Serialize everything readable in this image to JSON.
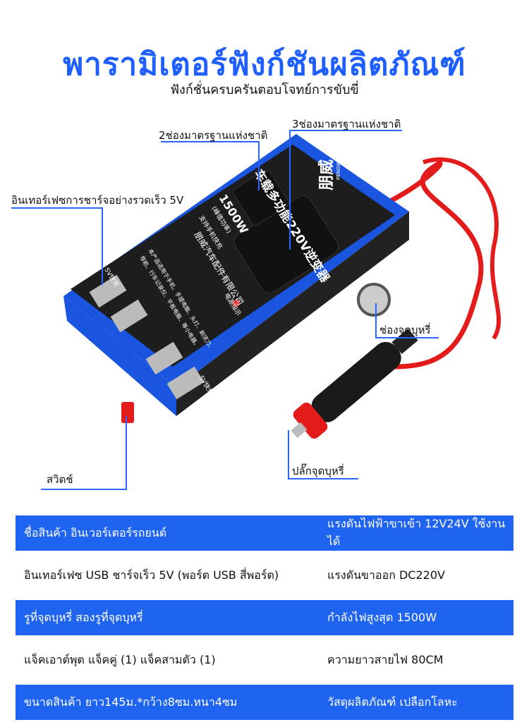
{
  "header": {
    "title": "พารามิเตอร์ฟังก์ชันผลิตภัณฑ์",
    "subtitle": "ฟังก์ชั่นครบครันตอบโจทย์การขับขี่"
  },
  "callouts": {
    "sockets2": "2ช่องมาตรฐานแห่งชาติ",
    "sockets3": "3ช่องมาตรฐานแห่งชาติ",
    "usb": "อินเทอร์เฟซการชาร์จอย่างรวดเร็ว 5V",
    "lighter_socket": "ช่องจุดบุหรี่",
    "switch": "สวิตช์",
    "lighter_plug": "ปลั๊กจุดบุหรี่"
  },
  "device": {
    "brand_cn": "朋威",
    "brand_en": "PENGWEI",
    "product_cn": "车载多功能220V逆变器",
    "power": "1500W",
    "power_note": "(峰值功率)",
    "support": "支持手机快充",
    "company": "朋威汽车配件有限公司",
    "usage1": "本产品适用于手机、手提电脑、头灯、剃须刀、",
    "usage2": "导航、行车记录仪、平板电脑、等小电器。",
    "power_indicator": "电源指示",
    "usb_label1": "5V快充",
    "usb_label2": "5V快充"
  },
  "specs": [
    {
      "left": "ชื่อสินค้า อินเวอร์เตอร์รถยนต์",
      "right": "แรงดันไฟฟ้าขาเข้า 12V24V ใช้งานได้"
    },
    {
      "left": "อินเทอร์เฟซ USB ชาร์จเร็ว 5V (พอร์ต USB สี่พอร์ต)",
      "right": "แรงดันขาออก DC220V"
    },
    {
      "left": "รูที่จุดบุหรี่ สองรูที่จุดบุหรี่",
      "right": "กำลังไฟสูงสุด  1500W"
    },
    {
      "left": "แจ็คเอาต์พุต แจ็คคู่ (1) แจ็คสามตัว (1)",
      "right": "ความยาวสายไฟ 80CM"
    },
    {
      "left": "ขนาดสินค้า ยาว145ม.*กว้าง8ซม.หนา4ซม",
      "right": "วัสดุผลิตภัณฑ์ เปลือกโลหะ"
    }
  ],
  "colors": {
    "accent": "#1f64f0",
    "title": "#1f5fff",
    "cable": "#e31b1b",
    "device_blue": "#1a55e0"
  }
}
